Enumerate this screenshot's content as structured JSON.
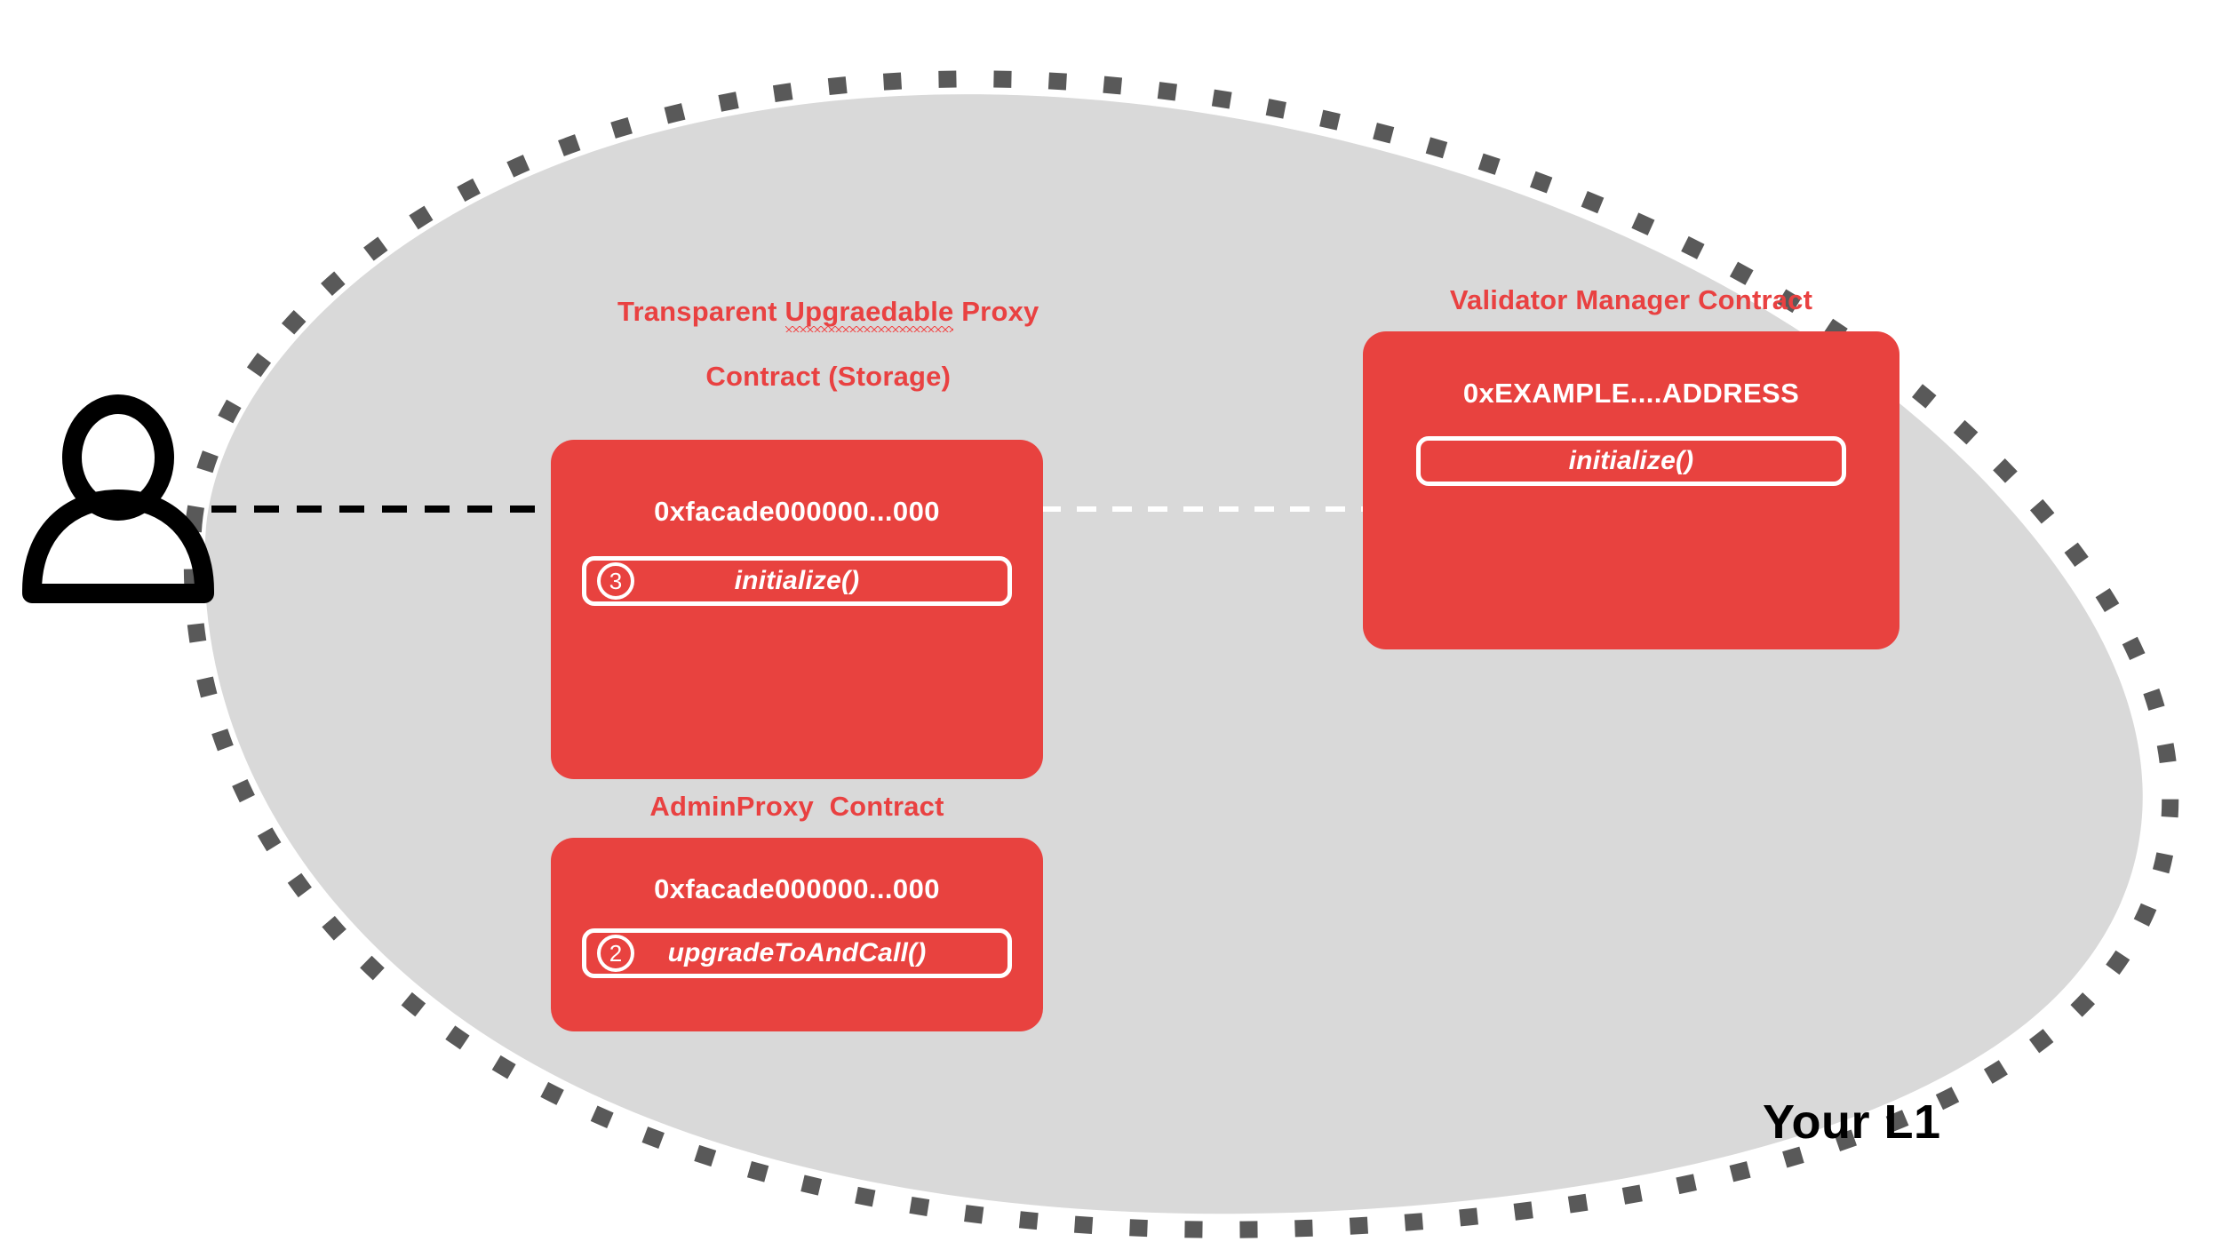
{
  "diagram": {
    "environment_label": "Your L1",
    "colors": {
      "contract_red": "#E8423F",
      "title_red": "#E94141",
      "boundary_fill": "#D9D9D9",
      "boundary_dash": "#595959",
      "white": "#FFFFFF",
      "black": "#000000"
    },
    "actor": {
      "icon": "user-person-icon"
    },
    "contracts": [
      {
        "id": "transparent-upgradeable-proxy",
        "title_line_1_pre": "Transparent ",
        "title_line_1_misspelled": "Upgraedable",
        "title_line_1_post": " Proxy",
        "title_line_2": "Contract (Storage)",
        "title_full": "Transparent Upgraedable Proxy Contract (Storage)",
        "address": "0xfacade000000...000",
        "methods": [
          {
            "step": "3",
            "name": "initialize()"
          }
        ]
      },
      {
        "id": "validator-manager",
        "title_line_1": "Validator Manager Contract",
        "title_full": "Validator Manager Contract",
        "address": "0xEXAMPLE....ADDRESS",
        "methods": [
          {
            "step": "",
            "name": "initialize()"
          }
        ]
      },
      {
        "id": "admin-proxy",
        "title_line_1": "AdminProxy  Contract",
        "title_full": "AdminProxy  Contract",
        "address": "0xfacade000000...000",
        "methods": [
          {
            "step": "2",
            "name": "upgradeToAndCall()"
          }
        ]
      }
    ],
    "connections": [
      {
        "id": "user-to-proxy-initialize",
        "style": "dashed",
        "color": "#000000",
        "arrowhead": "solid"
      },
      {
        "id": "proxy-initialize-to-validator-initialize",
        "style": "dashed",
        "color": "#FFFFFF",
        "arrowhead": "open"
      }
    ]
  }
}
